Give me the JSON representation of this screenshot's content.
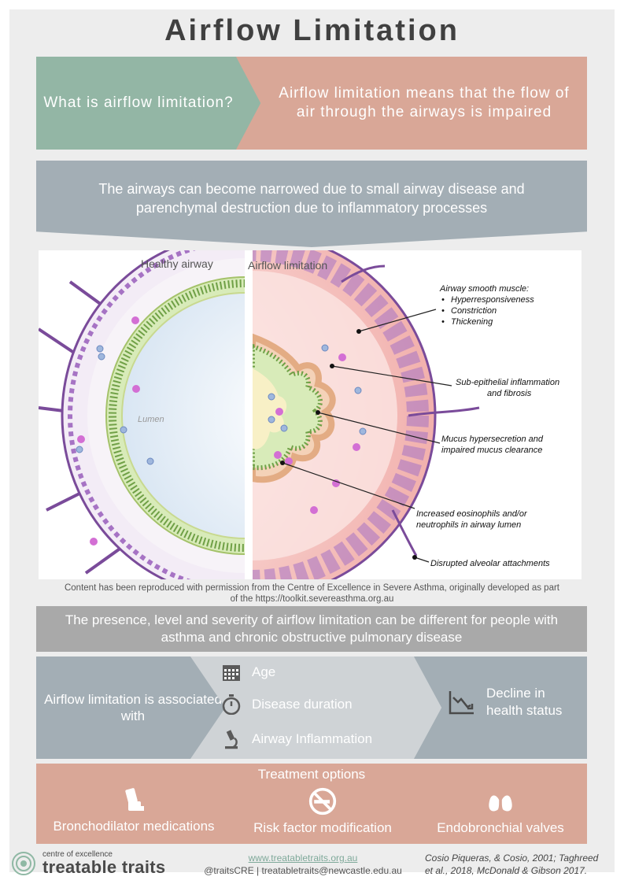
{
  "title": "Airflow Limitation",
  "question": "What is airflow limitation?",
  "answer": "Airflow limitation means that the flow of air through the airways is impaired",
  "narrowing": "The airways can become narrowed due to small airway disease and parenchymal destruction due to inflammatory processes",
  "figure": {
    "healthy_label": "Healthy airway",
    "limited_label": "Airflow limitation",
    "lumen_label": "Lumen",
    "asm_title": "Airway smooth muscle:",
    "asm_items": [
      "Hyperresponsiveness",
      "Constriction",
      "Thickening"
    ],
    "callout_subepithelial_1": "Sub-epithelial inflammation",
    "callout_subepithelial_2": "and fibrosis",
    "callout_mucus_1": "Mucus hypersecretion and",
    "callout_mucus_2": "impaired mucus clearance",
    "callout_eos_1": "Increased eosinophils and/or",
    "callout_eos_2": "neutrophils in airway lumen",
    "callout_alveolar": "Disrupted alveolar attachments"
  },
  "credit_line1": "Content has been reproduced with permission from the Centre of Excellence in Severe Asthma, originally developed as part",
  "credit_line2": "of the https://toolkit.severeasthma.org.au",
  "presence": "The presence, level and severity of airflow limitation can be different for people with asthma and chronic obstructive pulmonary disease",
  "associated": {
    "label": "Airflow limitation is associated with",
    "factors": [
      "Age",
      "Disease duration",
      "Airway Inflammation"
    ],
    "outcome_line1": "Decline in",
    "outcome_line2": "health status",
    "icons": [
      "calendar-icon",
      "stopwatch-icon",
      "microscope-icon",
      "declining-chart-icon"
    ]
  },
  "treatment": {
    "title": "Treatment options",
    "items": [
      "Bronchodilator medications",
      "Risk factor modification",
      "Endobronchial valves"
    ],
    "icons": [
      "inhaler-icon",
      "no-smoking-icon",
      "lungs-icon"
    ]
  },
  "footer": {
    "logo_small": "centre of excellence",
    "logo_big": "treatable traits",
    "website": "www.treatabletraits.org.au",
    "contact": "@traitsCRE | treatabletraits@newcastle.edu.au",
    "refs_line1": "Cosio Piqueras, & Cosio, 2001;  Taghreed",
    "refs_line2": "et al., 2018,  McDonald & Gibson 2017."
  },
  "colors": {
    "green": "#93b6a5",
    "salmon": "#d9a797",
    "slate": "#a3aeb5",
    "grey": "#a9a9a9",
    "light": "#cfd3d6"
  }
}
